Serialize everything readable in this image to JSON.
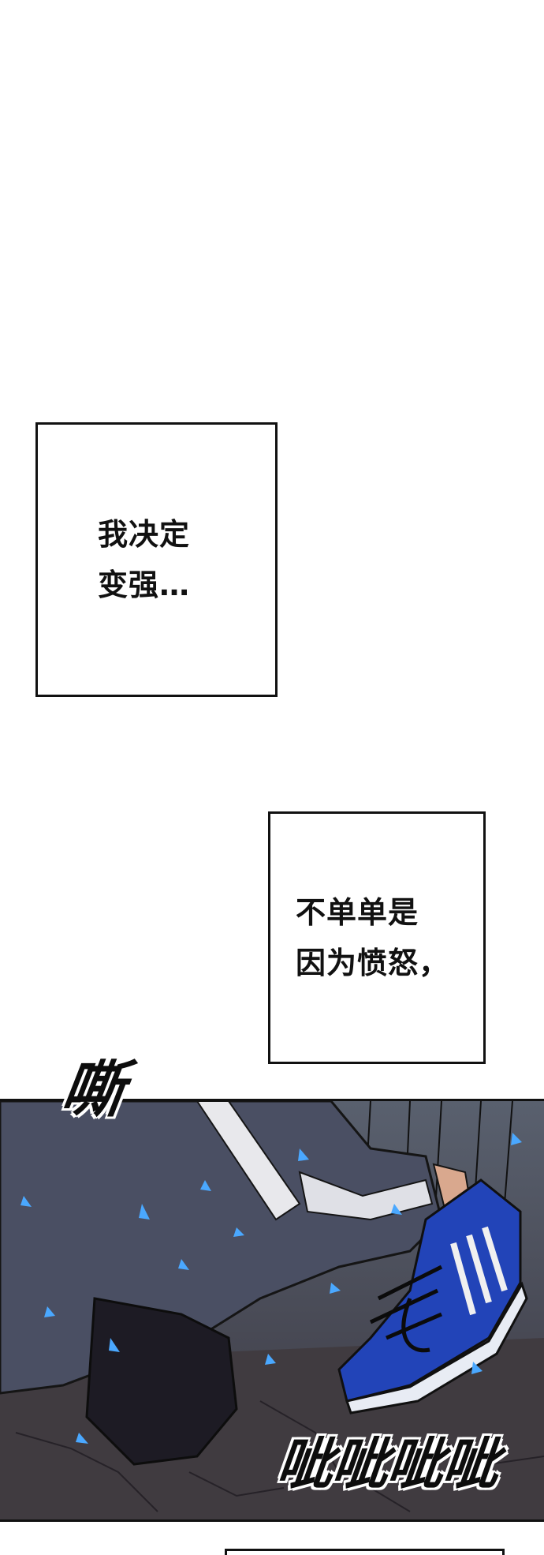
{
  "captions": [
    {
      "text": "我决定\n变强…"
    },
    {
      "text": "不单单是\n因为愤怒，"
    }
  ],
  "sound_effects": [
    {
      "text": "嘶"
    },
    {
      "text": "呲呲呲呲"
    }
  ],
  "colors": {
    "background": "#ffffff",
    "pants": "#4a4f63",
    "shoe_blue": "#2244b8",
    "energy": "#4aa8ff",
    "ground": "#3d3a3f"
  }
}
